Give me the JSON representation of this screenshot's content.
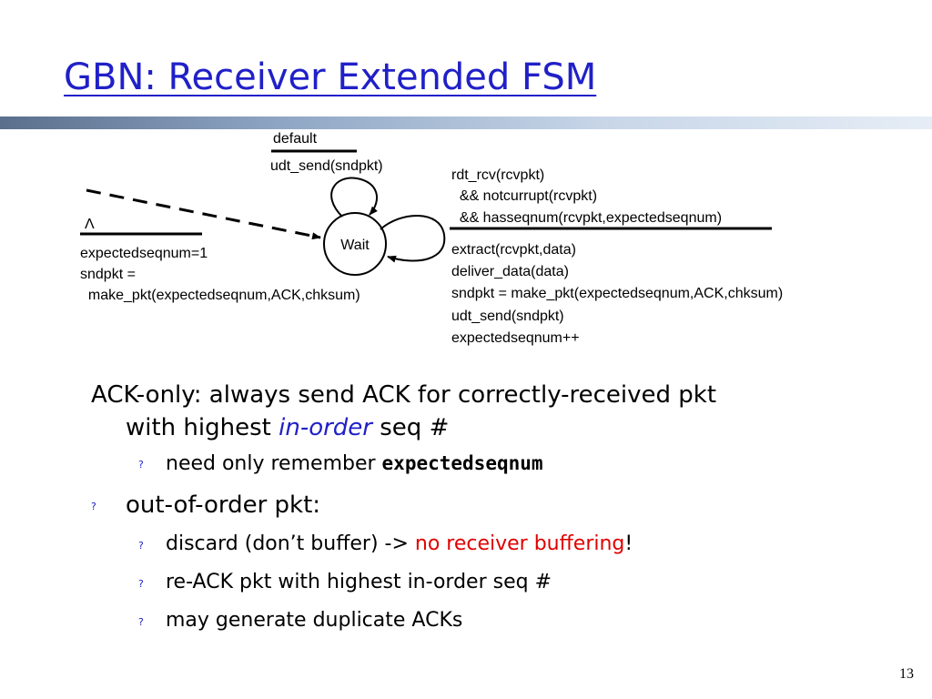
{
  "slide": {
    "title": "GBN: Receiver Extended FSM",
    "page_number": "13"
  },
  "fsm": {
    "state_label": "Wait",
    "self_loop_top": {
      "event": "default",
      "action": "udt_send(sndpkt)"
    },
    "initial": {
      "event": "Λ",
      "action_lines": [
        "expectedseqnum=1",
        "sndpkt =",
        "  make_pkt(expectedseqnum,ACK,chksum)"
      ]
    },
    "self_loop_right": {
      "event_lines": [
        "rdt_rcv(rcvpkt)",
        "  && notcurrupt(rcvpkt)",
        "  && hasseqnum(rcvpkt,expectedseqnum)"
      ],
      "action_lines": [
        "extract(rcvpkt,data)",
        "deliver_data(data)",
        "sndpkt = make_pkt(expectedseqnum,ACK,chksum)",
        "udt_send(sndpkt)",
        "expectedseqnum++"
      ]
    }
  },
  "bullets": {
    "b1_line1": "ACK-only: always send ACK for correctly-received pkt",
    "b1_line2_pre": "with highest ",
    "b1_line2_em": "in-order",
    "b1_line2_post": " seq #",
    "b1_sub_pre": "need only remember ",
    "b1_sub_code": "expectedseqnum",
    "b2": "out-of-order pkt:",
    "b2_sub1_pre": "discard (don’t buffer) -> ",
    "b2_sub1_red": "no receiver buffering",
    "b2_sub1_post": "!",
    "b2_sub2": "re-ACK pkt with highest in-order seq #",
    "b2_sub3": "may generate duplicate ACKs",
    "marker": "?"
  }
}
